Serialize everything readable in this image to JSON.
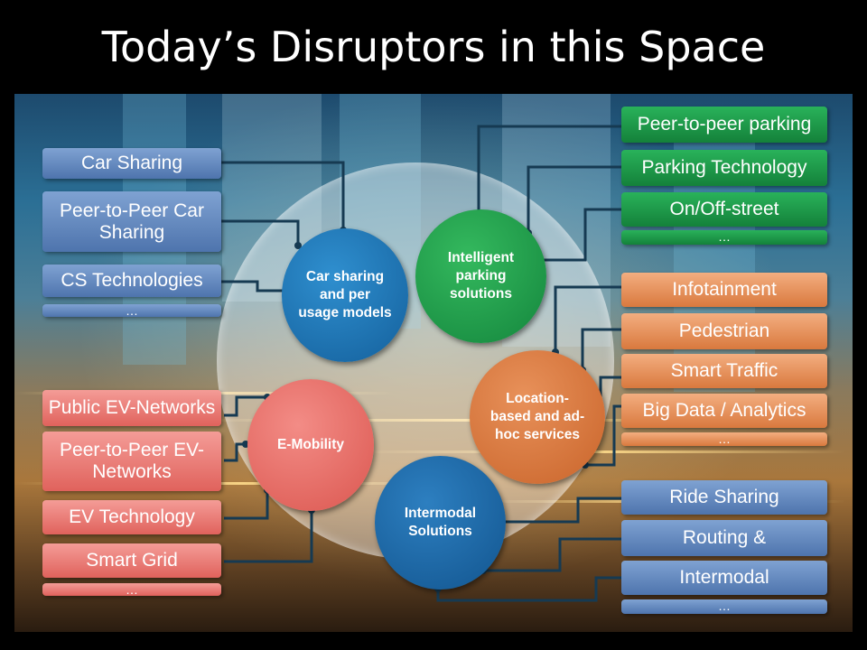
{
  "title": "Today’s Disruptors in this Space",
  "hubs": {
    "car_sharing": "Car sharing and per usage models",
    "parking": "Intelligent parking solutions",
    "location": "Location-based and ad-hoc services",
    "emobility": "E-Mobility",
    "intermodal": "Intermodal Solutions"
  },
  "left_blue": [
    "Car Sharing",
    "Peer-to-Peer Car Sharing",
    "CS Technologies",
    "…"
  ],
  "left_red": [
    "Public EV-Networks",
    "Peer-to-Peer EV-Networks",
    "EV Technology",
    "Smart Grid",
    "…"
  ],
  "right_green": [
    "Peer-to-peer parking",
    "Parking Technology",
    "On/Off-street",
    "…"
  ],
  "right_orange": [
    "Infotainment",
    "Pedestrian",
    "Smart Traffic",
    "Big Data / Analytics",
    "…"
  ],
  "right_blue": [
    "Ride Sharing",
    "Routing &",
    "Intermodal",
    "…"
  ],
  "colors": {
    "blue": "#4e74ad",
    "red": "#e0625c",
    "green": "#14813a",
    "orange": "#d9793e",
    "line": "#163a52"
  }
}
